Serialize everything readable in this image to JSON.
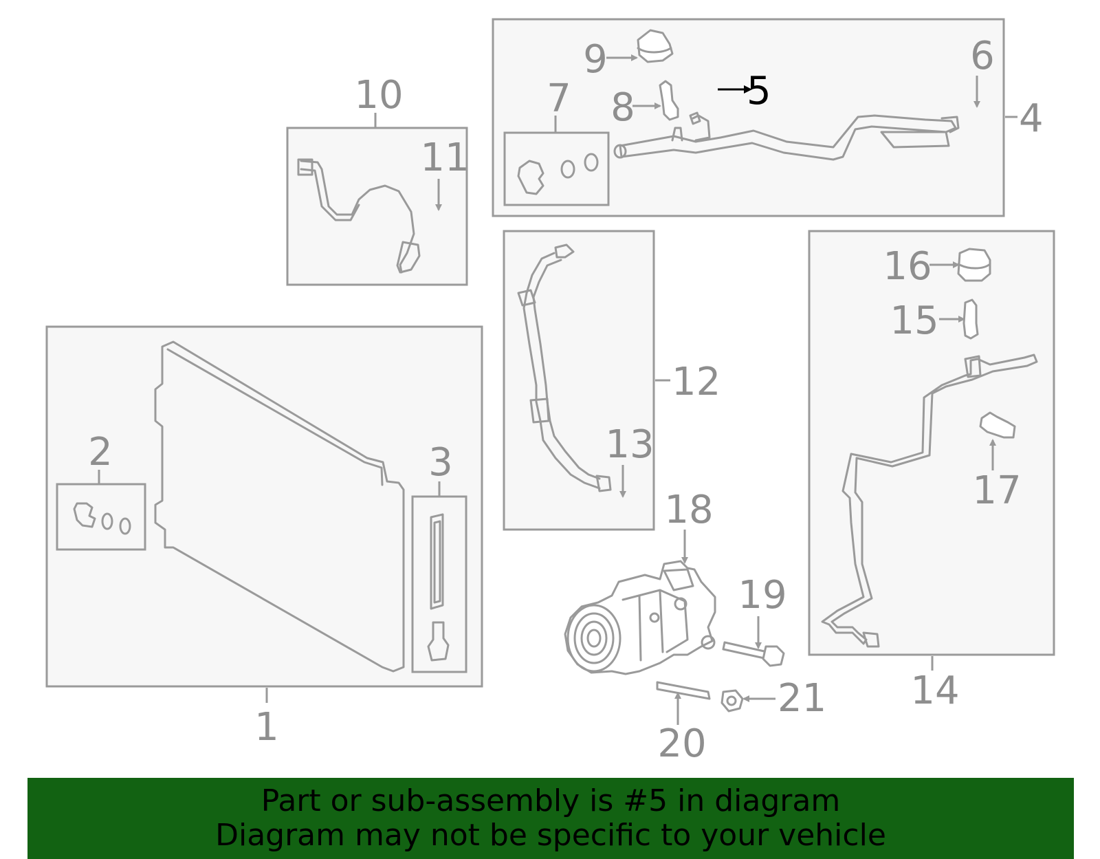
{
  "labels": {
    "p1": "1",
    "p2": "2",
    "p3": "3",
    "p4": "4",
    "p5": "5",
    "p6": "6",
    "p7": "7",
    "p8": "8",
    "p9": "9",
    "p10": "10",
    "p11": "11",
    "p12": "12",
    "p13": "13",
    "p14": "14",
    "p15": "15",
    "p16": "16",
    "p17": "17",
    "p18": "18",
    "p19": "19",
    "p20": "20",
    "p21": "21"
  },
  "highlighted_part": "5",
  "colors": {
    "banner": "#126212",
    "line": "#9a9a9a",
    "highlight": "#000000"
  },
  "banner": {
    "line1": "Part or sub-assembly is #5 in diagram",
    "line2": "Diagram may not be specific to your vehicle"
  }
}
